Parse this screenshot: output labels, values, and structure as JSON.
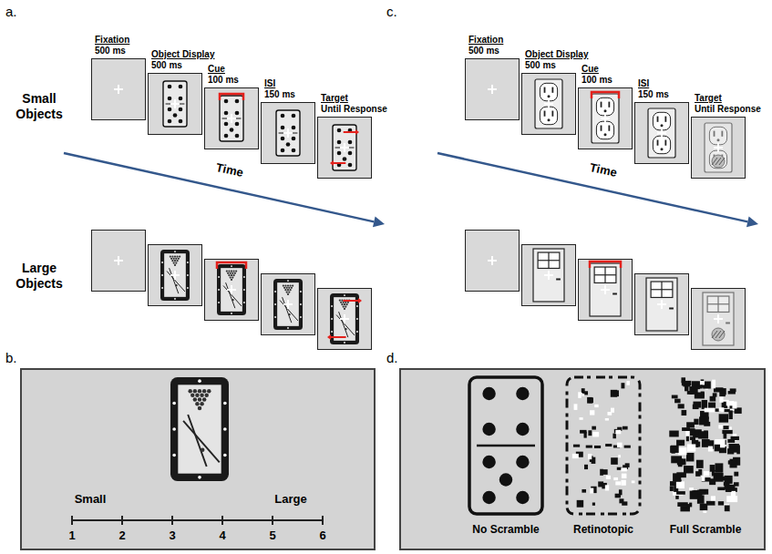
{
  "diagram": {
    "nodes": [
      {
        "text": [
          "Fixation",
          "500 ms"
        ]
      },
      {
        "text": [
          "Object Display",
          "500 ms"
        ]
      },
      {
        "text": [
          "Cue",
          "100 ms"
        ]
      },
      {
        "text": [
          "ISI",
          "150 ms"
        ]
      },
      {
        "text": [
          "Target",
          "Until Response"
        ]
      },
      {
        "text": [
          "Fixation",
          "500 ms"
        ]
      },
      {
        "text": [
          "Object Display",
          "500 ms"
        ]
      },
      {
        "text": [
          "Cue",
          "100 ms"
        ]
      },
      {
        "text": [
          "ISI",
          "150 ms"
        ]
      },
      {
        "text": [
          "Target",
          "Until Response"
        ]
      },
      {
        "text": [
          "Small",
          "Large",
          "1",
          "2",
          "3",
          "4",
          "5",
          "6"
        ]
      },
      {
        "text": [
          "No Scramble",
          "Retinotopic",
          "Full Scramble"
        ]
      }
    ],
    "labels": [
      "a.",
      "b.",
      "c.",
      "d.",
      "Small Objects",
      "Large Objects",
      "Time",
      "Time"
    ]
  }
}
